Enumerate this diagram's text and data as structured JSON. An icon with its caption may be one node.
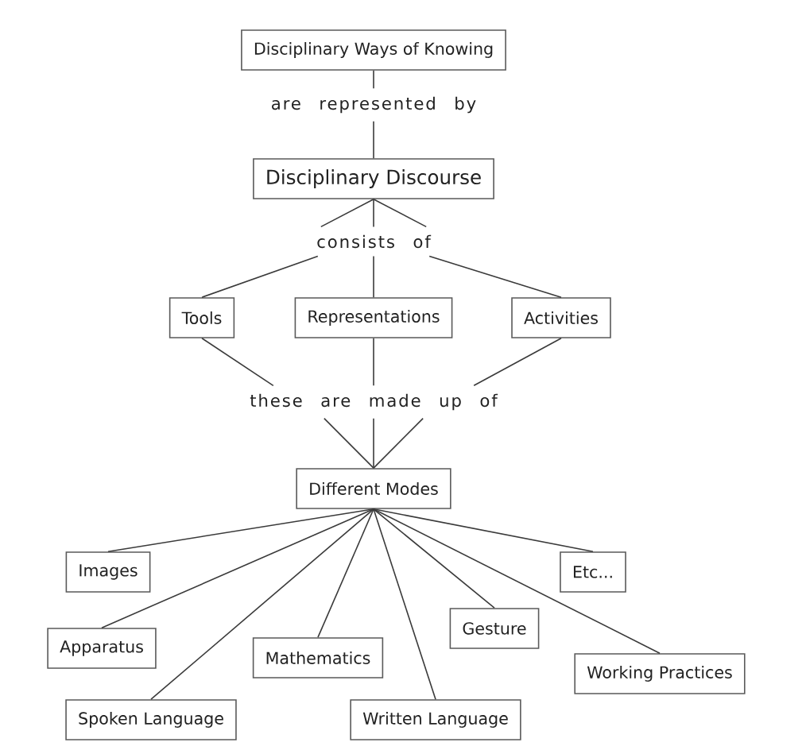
{
  "diagram": {
    "nodes": [
      {
        "text": [
          "Disciplinary Ways of Knowing"
        ]
      },
      {
        "text": [
          "are represented by"
        ]
      },
      {
        "text": [
          "Disciplinary Discourse"
        ]
      },
      {
        "text": [
          "consists of"
        ]
      },
      {
        "text": [
          "Tools"
        ]
      },
      {
        "text": [
          "Representations"
        ]
      },
      {
        "text": [
          "Activities"
        ]
      },
      {
        "text": [
          "these are made up of"
        ]
      },
      {
        "text": [
          "Different Modes"
        ]
      },
      {
        "text": [
          "Images"
        ]
      },
      {
        "text": [
          "Etc..."
        ]
      },
      {
        "text": [
          "Apparatus"
        ]
      },
      {
        "text": [
          "Mathematics"
        ]
      },
      {
        "text": [
          "Gesture"
        ]
      },
      {
        "text": [
          "Working Practices"
        ]
      },
      {
        "text": [
          "Spoken Language"
        ]
      },
      {
        "text": [
          "Written Language"
        ]
      }
    ],
    "edges": [
      {
        "from": 0,
        "to": 1,
        "arrow": "none"
      },
      {
        "from": 1,
        "to": 2,
        "arrow": "none"
      },
      {
        "from": 2,
        "to": 3,
        "arrow": "none"
      },
      {
        "from": 2,
        "to": 3,
        "arrow": "none"
      },
      {
        "from": 2,
        "to": 3,
        "arrow": "none"
      },
      {
        "from": 3,
        "to": 4,
        "arrow": "none"
      },
      {
        "from": 3,
        "to": 5,
        "arrow": "none"
      },
      {
        "from": 3,
        "to": 6,
        "arrow": "none"
      },
      {
        "from": 4,
        "to": 7,
        "arrow": "none"
      },
      {
        "from": 5,
        "to": 7,
        "arrow": "none"
      },
      {
        "from": 6,
        "to": 7,
        "arrow": "none"
      },
      {
        "from": 7,
        "to": 8,
        "arrow": "none"
      },
      {
        "from": 7,
        "to": 8,
        "arrow": "none"
      },
      {
        "from": 7,
        "to": 8,
        "arrow": "none"
      },
      {
        "from": 8,
        "to": 9,
        "arrow": "none"
      },
      {
        "from": 8,
        "to": 11,
        "arrow": "none"
      },
      {
        "from": 8,
        "to": 15,
        "arrow": "none"
      },
      {
        "from": 8,
        "to": 12,
        "arrow": "none"
      },
      {
        "from": 8,
        "to": 16,
        "arrow": "none"
      },
      {
        "from": 8,
        "to": 13,
        "arrow": "none"
      },
      {
        "from": 8,
        "to": 14,
        "arrow": "none"
      },
      {
        "from": 8,
        "to": 10,
        "arrow": "none"
      }
    ]
  }
}
